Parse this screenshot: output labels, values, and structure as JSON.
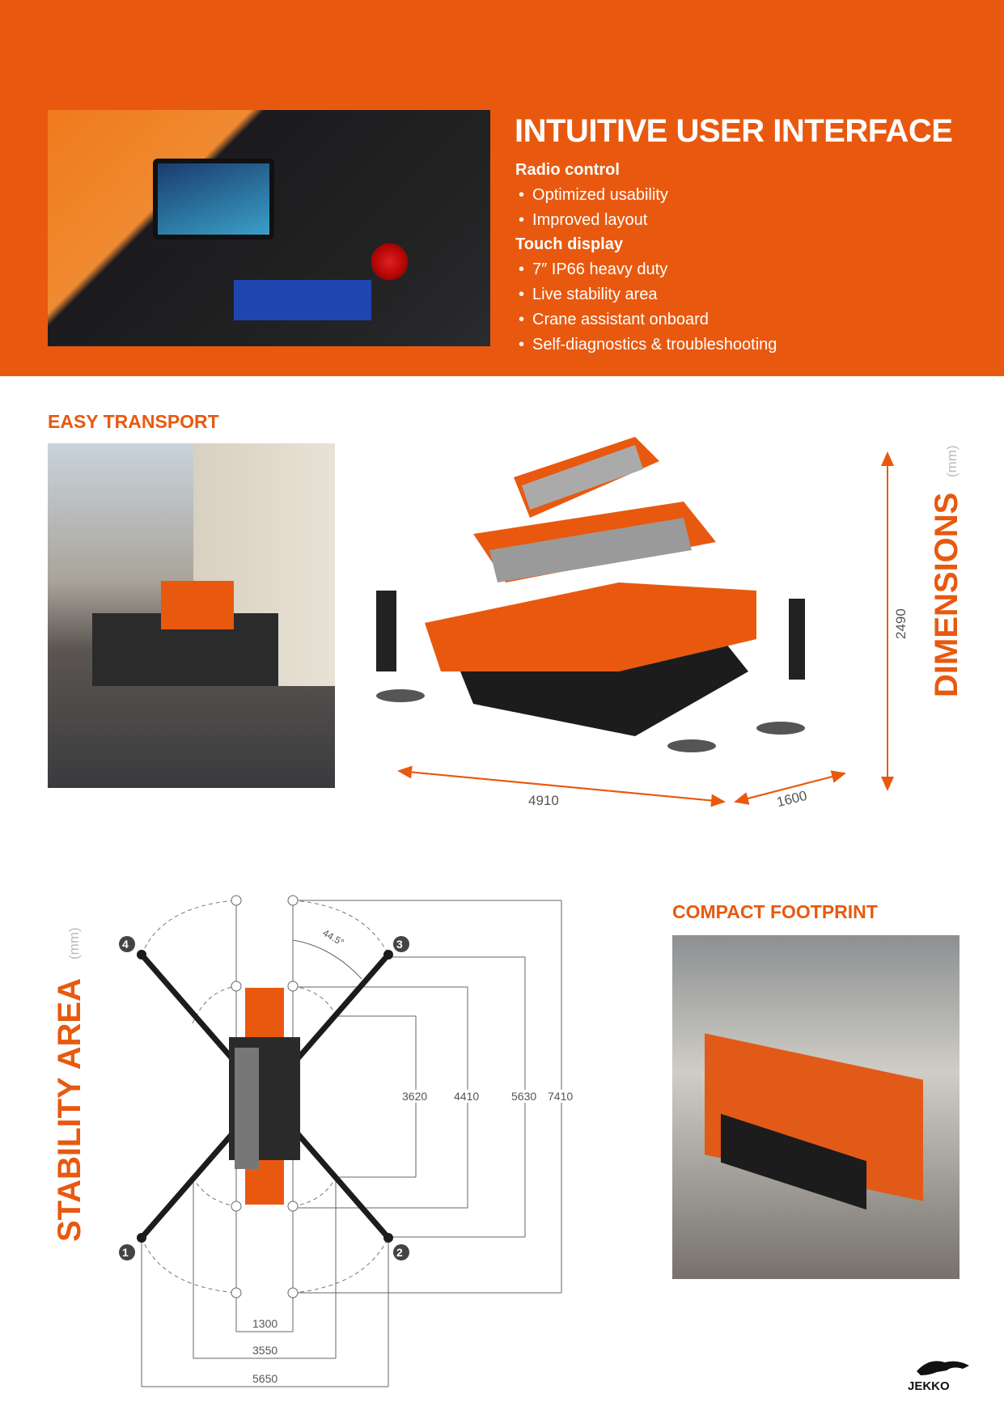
{
  "interface": {
    "title": "INTUITIVE USER INTERFACE",
    "groups": [
      {
        "heading": "Radio control",
        "items": [
          "Optimized usability",
          "Improved layout"
        ]
      },
      {
        "heading": "Touch display",
        "items": [
          "7″ IP66 heavy duty",
          "Live stability area",
          "Crane assistant onboard",
          "Self-diagnostics & troubleshooting"
        ]
      }
    ]
  },
  "transport": {
    "heading": "EASY TRANSPORT"
  },
  "dimensions": {
    "heading": "DIMENSIONS",
    "unit": "(mm)",
    "length": "4910",
    "width": "1600",
    "height": "2490"
  },
  "stability": {
    "heading": "STABILITY AREA",
    "unit": "(mm)",
    "angle": "44.5°",
    "outriggers": [
      "1",
      "2",
      "3",
      "4"
    ],
    "vertical_dims": [
      "3620",
      "4410",
      "5630",
      "7410"
    ],
    "horizontal_dims": [
      "1300",
      "3550",
      "5650"
    ]
  },
  "footprint": {
    "heading": "COMPACT FOOTPRINT"
  },
  "brand": {
    "logo_text": "JEKKO"
  },
  "colors": {
    "accent": "#e8590f",
    "text_gray": "#555555"
  }
}
